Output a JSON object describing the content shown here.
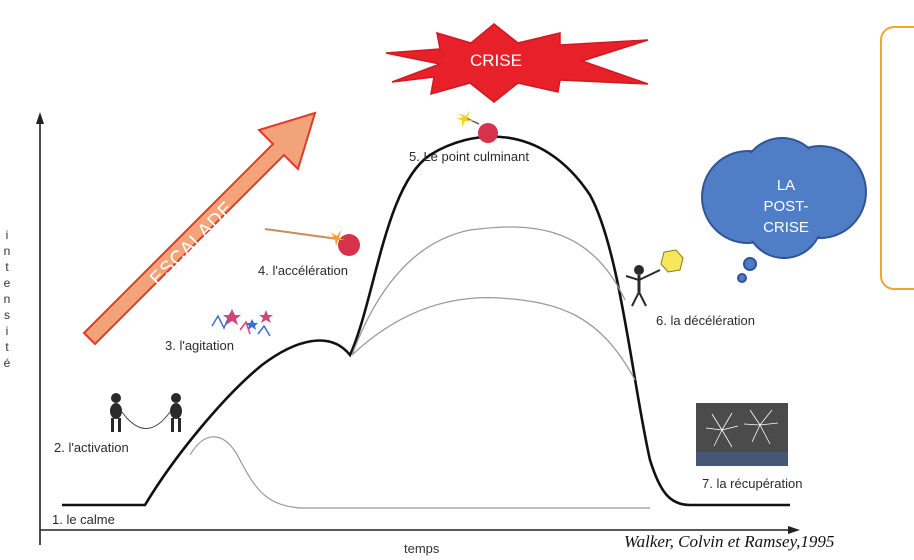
{
  "axes": {
    "y_label": "intensité",
    "x_label": "temps"
  },
  "stages": [
    {
      "label": "1. le calme"
    },
    {
      "label": "2. l'activation"
    },
    {
      "label": "3. l'agitation"
    },
    {
      "label": "4. l'accélération"
    },
    {
      "label": "5. Le point culminant"
    },
    {
      "label": "6. la décélération"
    },
    {
      "label": "7. la récupération"
    }
  ],
  "callouts": {
    "crise": "CRISE",
    "post_crise": [
      "LA",
      "POST-",
      "CRISE"
    ],
    "escalade": "ESCALADE"
  },
  "citation": "Walker, Colvin et Ramsey,1995",
  "colors": {
    "crise_fill": "#e8202a",
    "cloud_fill": "#4f7dc6",
    "arrow_fill": "#f2a37a",
    "arrow_stroke": "#e23a2a",
    "note_border": "#f0a52b",
    "curve": "#111111"
  }
}
